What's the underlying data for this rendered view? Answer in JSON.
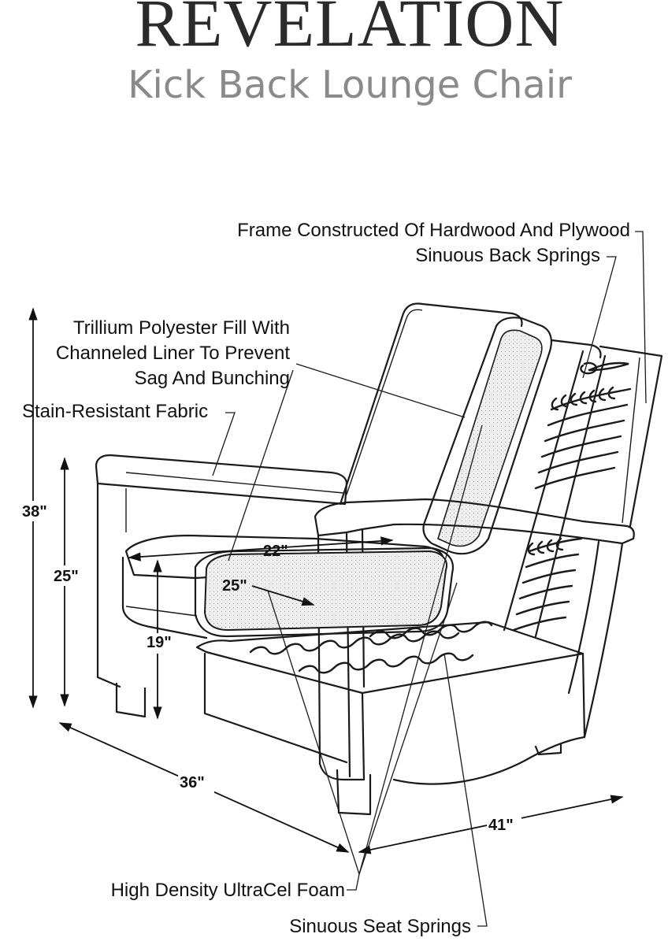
{
  "header": {
    "brand": "REVELATION",
    "product": "Kick Back Lounge Chair"
  },
  "labels": {
    "frame": "Frame Constructed Of Hardwood And Plywood",
    "back_springs": "Sinuous Back Springs",
    "fill_line1": "Trillium Polyester Fill With",
    "fill_line2": "Channeled Liner To Prevent",
    "fill_line3": "Sag And Bunching",
    "fabric": "Stain-Resistant Fabric",
    "foam": "High Density UltraCel Foam",
    "seat_springs": "Sinuous Seat Springs"
  },
  "dimensions": {
    "overall_height": "38\"",
    "arm_height": "25\"",
    "seat_height": "19\"",
    "seat_width": "22\"",
    "seat_depth": "25\"",
    "width": "36\"",
    "depth": "41\""
  },
  "colors": {
    "line": "#1a1a1a",
    "subtitle": "#8a8a8a",
    "cutaway_fill": "#ececec"
  }
}
